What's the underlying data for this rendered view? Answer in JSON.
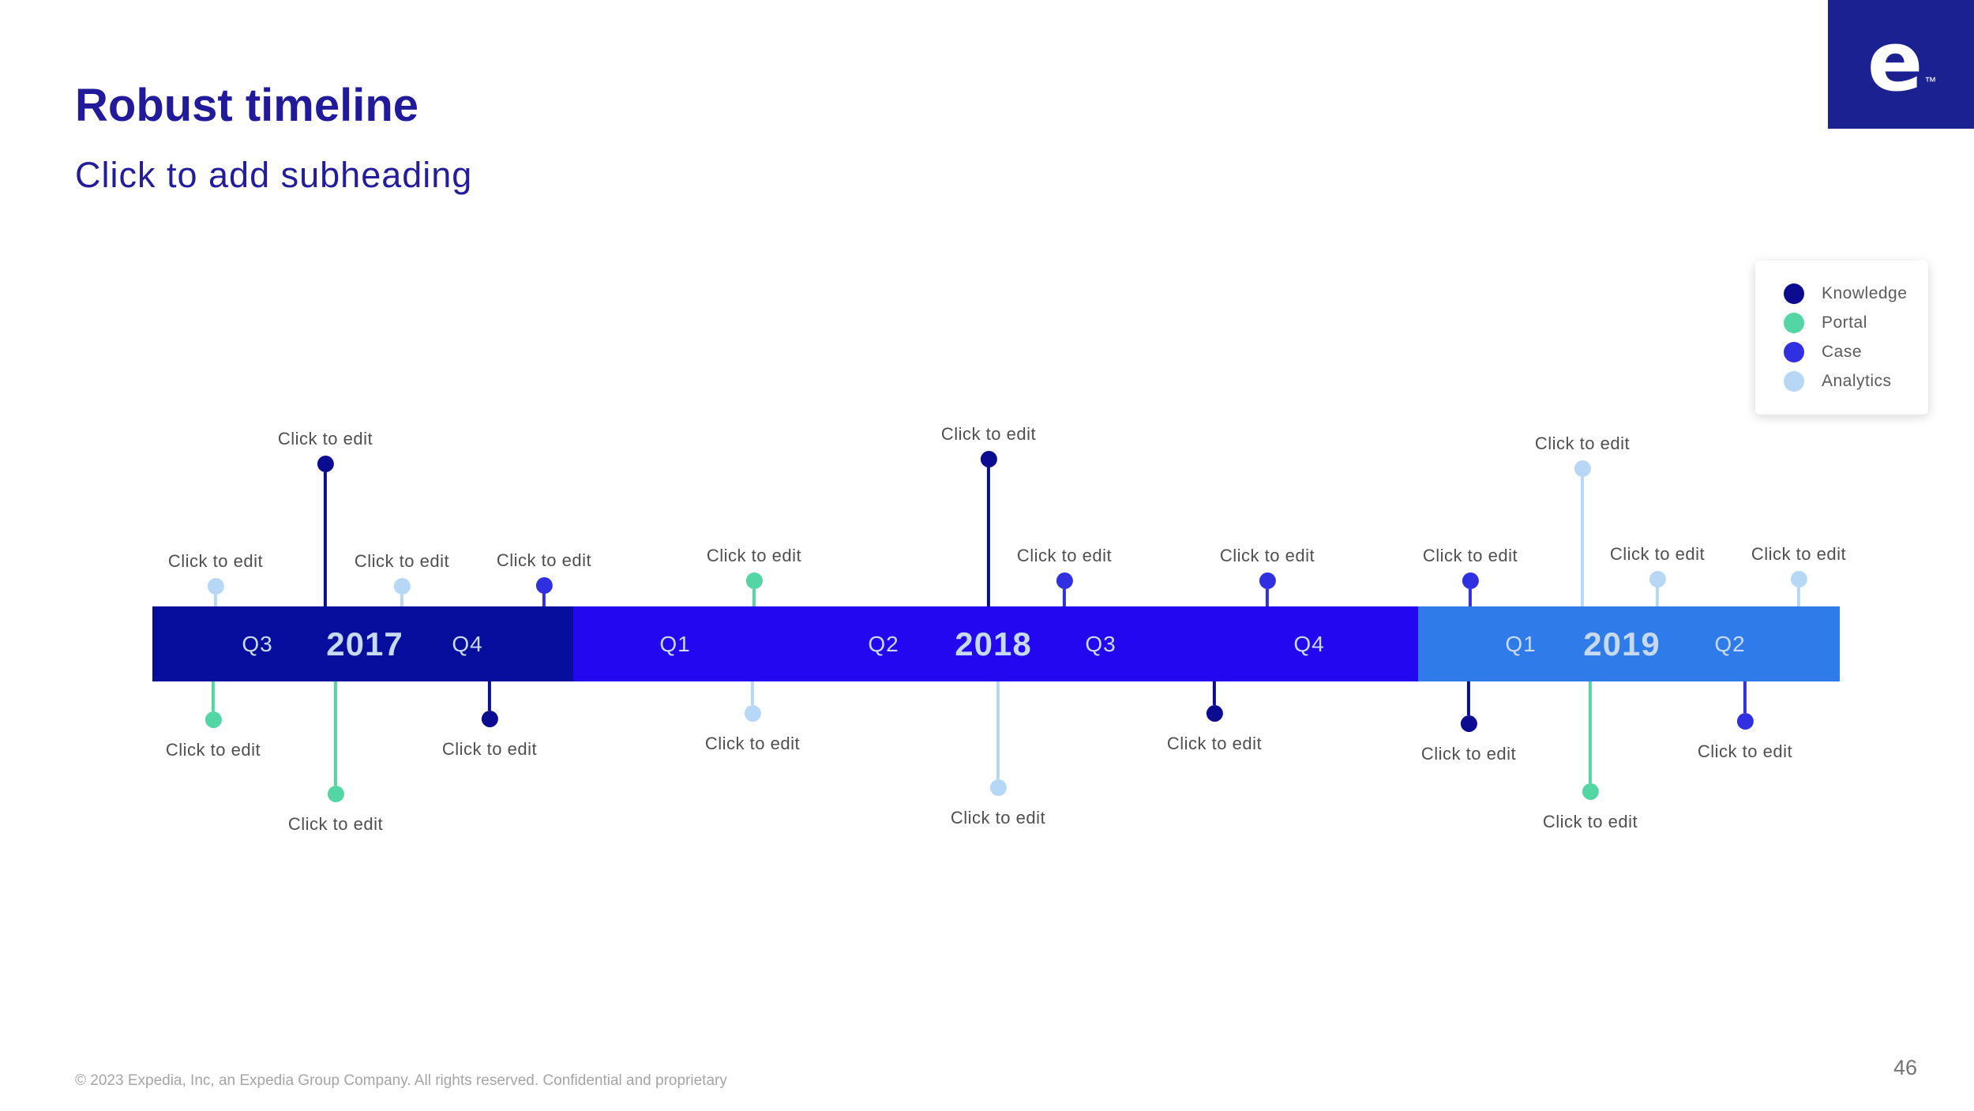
{
  "slide": {
    "title": "Robust timeline",
    "subtitle": "Click to add subheading",
    "footer": "© 2023 Expedia, Inc, an Expedia Group Company. All rights reserved. Confidential and proprietary",
    "page_number": "46"
  },
  "logo": {
    "letter": "e",
    "tm": "™",
    "bg_color": "#1B2191"
  },
  "legend": {
    "items": [
      {
        "key": "knowledge",
        "label": "Knowledge",
        "color": "#0C0C91"
      },
      {
        "key": "portal",
        "label": "Portal",
        "color": "#54D6A4"
      },
      {
        "key": "case",
        "label": "Case",
        "color": "#3030E2"
      },
      {
        "key": "analytics",
        "label": "Analytics",
        "color": "#B6D8F6"
      }
    ]
  },
  "timeline": {
    "bar_colors": {
      "y2017": "#070D9C",
      "y2018": "#2307F0",
      "y2019": "#2F7BE9"
    },
    "segments": [
      {
        "year": "2017",
        "quarters": [
          "Q3",
          "Q4"
        ]
      },
      {
        "year": "2018",
        "quarters": [
          "Q1",
          "Q2",
          "Q3",
          "Q4"
        ]
      },
      {
        "year": "2019",
        "quarters": [
          "Q1",
          "Q2"
        ]
      }
    ]
  },
  "markers": {
    "above": [
      {
        "label": "Click to edit",
        "category": "analytics"
      },
      {
        "label": "Click to edit",
        "category": "knowledge"
      },
      {
        "label": "Click to edit",
        "category": "analytics"
      },
      {
        "label": "Click to edit",
        "category": "case"
      },
      {
        "label": "Click to edit",
        "category": "portal"
      },
      {
        "label": "Click to edit",
        "category": "knowledge"
      },
      {
        "label": "Click to edit",
        "category": "case"
      },
      {
        "label": "Click to edit",
        "category": "case"
      },
      {
        "label": "Click to edit",
        "category": "case"
      },
      {
        "label": "Click to edit",
        "category": "analytics"
      },
      {
        "label": "Click to edit",
        "category": "analytics"
      },
      {
        "label": "Click to edit",
        "category": "analytics"
      }
    ],
    "below": [
      {
        "label": "Click to edit",
        "category": "portal"
      },
      {
        "label": "Click to edit",
        "category": "portal"
      },
      {
        "label": "Click to edit",
        "category": "knowledge"
      },
      {
        "label": "Click to edit",
        "category": "analytics"
      },
      {
        "label": "Click to edit",
        "category": "analytics"
      },
      {
        "label": "Click to edit",
        "category": "knowledge"
      },
      {
        "label": "Click to edit",
        "category": "knowledge"
      },
      {
        "label": "Click to edit",
        "category": "portal"
      },
      {
        "label": "Click to edit",
        "category": "case"
      }
    ]
  }
}
